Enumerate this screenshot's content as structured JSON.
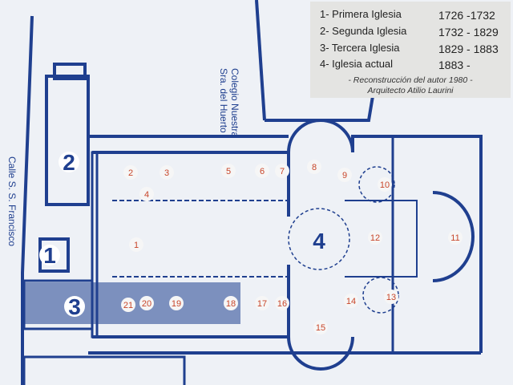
{
  "legend": {
    "items": [
      {
        "label": "1- Primera Iglesia",
        "years": "1726 -1732"
      },
      {
        "label": "2- Segunda Iglesia",
        "years": "1732 - 1829"
      },
      {
        "label": "3- Tercera Iglesia",
        "years": "1829 - 1883"
      },
      {
        "label": "4- Iglesia actual",
        "years": "1883 -"
      }
    ],
    "credit_line1": "- Reconstrucción del autor 1980 -",
    "credit_line2": "Arquitecto Atilio Laurini"
  },
  "streets": {
    "colegio_line1": "Colegio Nuestra",
    "colegio_line2": "Sra. del Huerto",
    "calle": "Calle S. S. Francisco"
  },
  "churches": [
    "1",
    "2",
    "3",
    "4"
  ],
  "rooms": [
    "1",
    "2",
    "3",
    "4",
    "5",
    "6",
    "7",
    "8",
    "9",
    "10",
    "11",
    "12",
    "13",
    "14",
    "15",
    "16",
    "17",
    "18",
    "19",
    "20",
    "21"
  ],
  "colors": {
    "wall": "#1f3f8f",
    "room_number": "#c8462a",
    "background": "#eef1f6"
  }
}
